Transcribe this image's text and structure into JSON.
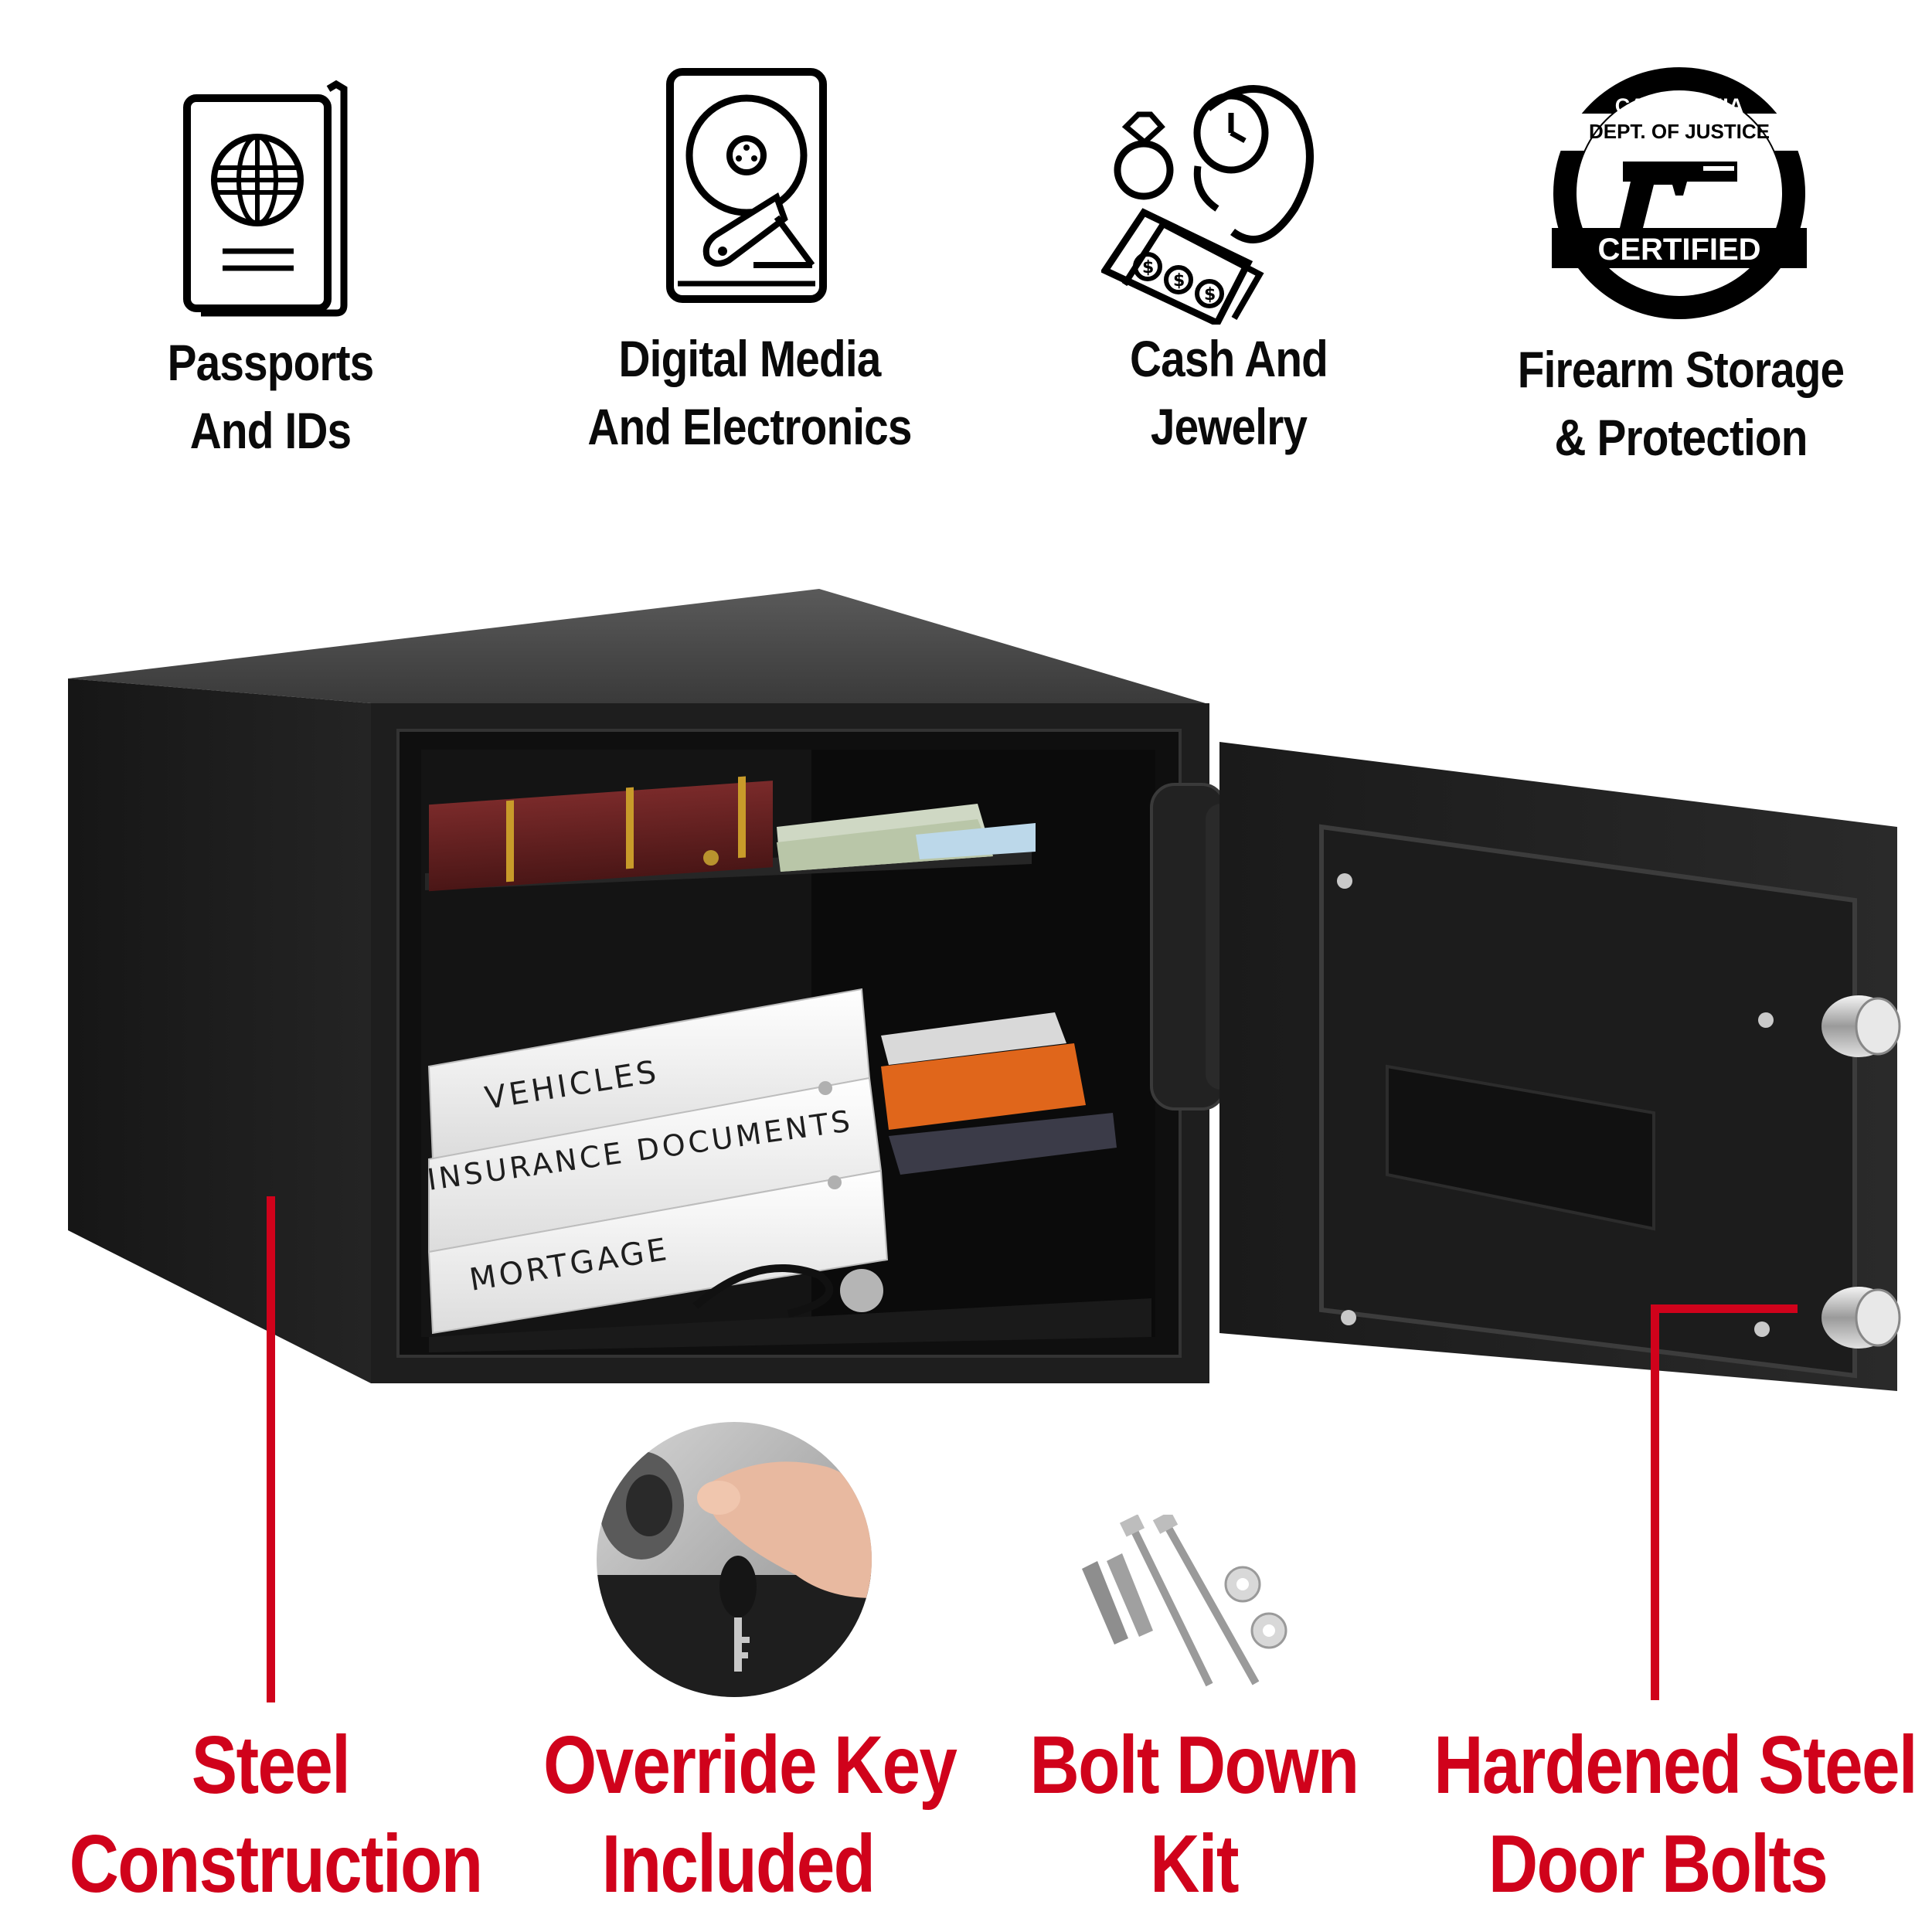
{
  "features": [
    {
      "icon": "passport-icon",
      "line1": "Passports",
      "line2": "And IDs"
    },
    {
      "icon": "hard-drive-icon",
      "line1": "Digital Media",
      "line2": "And Electronics"
    },
    {
      "icon": "cash-jewelry-icon",
      "line1": "Cash And",
      "line2": "Jewelry"
    },
    {
      "icon": "doj-seal-icon",
      "line1": "Firearm Storage",
      "line2": "& Protection"
    }
  ],
  "seal": {
    "top_line1": "CALIFORNIA",
    "top_line2": "DEPT. OF JUSTICE",
    "bottom": "CERTIFIED"
  },
  "binders": [
    "VEHICLES",
    "INSURANCE DOCUMENTS",
    "MORTGAGE"
  ],
  "callouts": [
    {
      "line1": "Steel",
      "line2": "Construction"
    },
    {
      "line1": "Override Key",
      "line2": "Included"
    },
    {
      "line1": "Bolt Down",
      "line2": "Kit"
    },
    {
      "line1": "Hardened Steel",
      "line2": "Door Bolts"
    }
  ],
  "colors": {
    "accent_red": "#d0021b",
    "safe_black": "#1c1c1c",
    "text_black": "#0a0a0a"
  }
}
